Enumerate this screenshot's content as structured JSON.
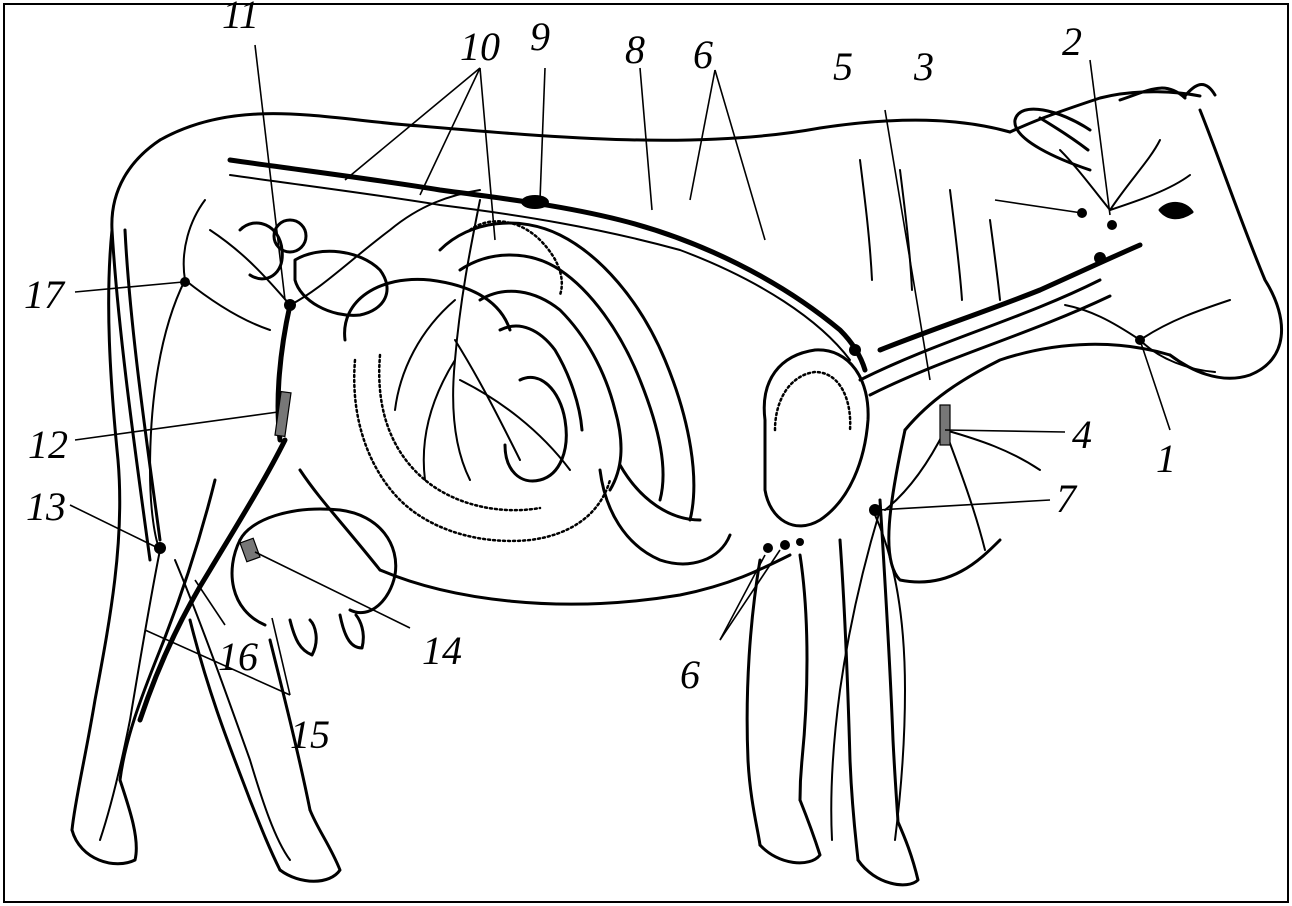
{
  "labels": {
    "l1": "1",
    "l2": "2",
    "l3": "3",
    "l4": "4",
    "l5": "5",
    "l6a": "6",
    "l6b": "6",
    "l7": "7",
    "l8": "8",
    "l9": "9",
    "l10": "10",
    "l11": "11",
    "l12": "12",
    "l13": "13",
    "l14": "14",
    "l15": "15",
    "l16": "16",
    "l17": "17"
  },
  "colors": {
    "ink": "#000000",
    "paper": "#ffffff"
  }
}
